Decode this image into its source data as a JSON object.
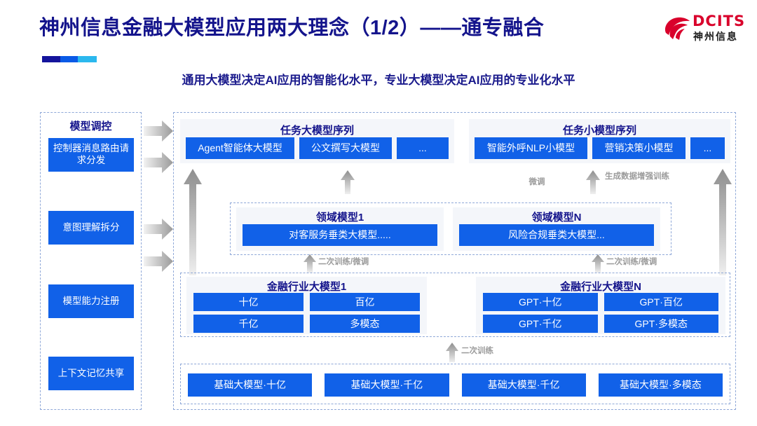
{
  "header": {
    "title": "神州信息金融大模型应用两大理念（1/2）——通专融合",
    "subtitle": "通用大模型决定AI应用的智能化水平，专业大模型决定AI应用的专业化水平",
    "logo_brand": "DCITS",
    "logo_brand_cn": "神州信息",
    "accent_navy": "#14148c",
    "accent_blue": "#1161e8",
    "logo_red": "#d9002b"
  },
  "sidebar": {
    "title": "模型调控",
    "items": [
      {
        "label": "控制器消息路由请求分发"
      },
      {
        "label": "意图理解拆分"
      },
      {
        "label": "模型能力注册"
      },
      {
        "label": "上下文记忆共享"
      }
    ]
  },
  "task_sequences": [
    {
      "title": "任务大模型序列",
      "cells": [
        "Agent智能体大模型",
        "公文撰写大模型",
        "..."
      ]
    },
    {
      "title": "任务小模型序列",
      "cells": [
        "智能外呼NLP小模型",
        "营销决策小模型",
        "..."
      ]
    }
  ],
  "domain_models": [
    {
      "title": "领域模型1",
      "box": "对客服务垂类大模型....."
    },
    {
      "title": "领域模型N",
      "box": "风险合规垂类大模型..."
    }
  ],
  "industry_models": [
    {
      "title": "金融行业大模型1",
      "cells": [
        "十亿",
        "百亿",
        "千亿",
        "多模态"
      ]
    },
    {
      "title": "金融行业大模型N",
      "cells": [
        "GPT·十亿",
        "GPT·百亿",
        "GPT·千亿",
        "GPT·多模态"
      ]
    }
  ],
  "base_models": {
    "cells": [
      "基础大模型·十亿",
      "基础大模型·千亿",
      "基础大模型·千亿",
      "基础大模型·多模态"
    ]
  },
  "arrow_labels": {
    "fine_tune": "微调",
    "data_aug": "生成数据增强训练",
    "retrain_ft_left": "二次训练/微调",
    "retrain_ft_right": "二次训练/微调",
    "retrain": "二次训练"
  }
}
